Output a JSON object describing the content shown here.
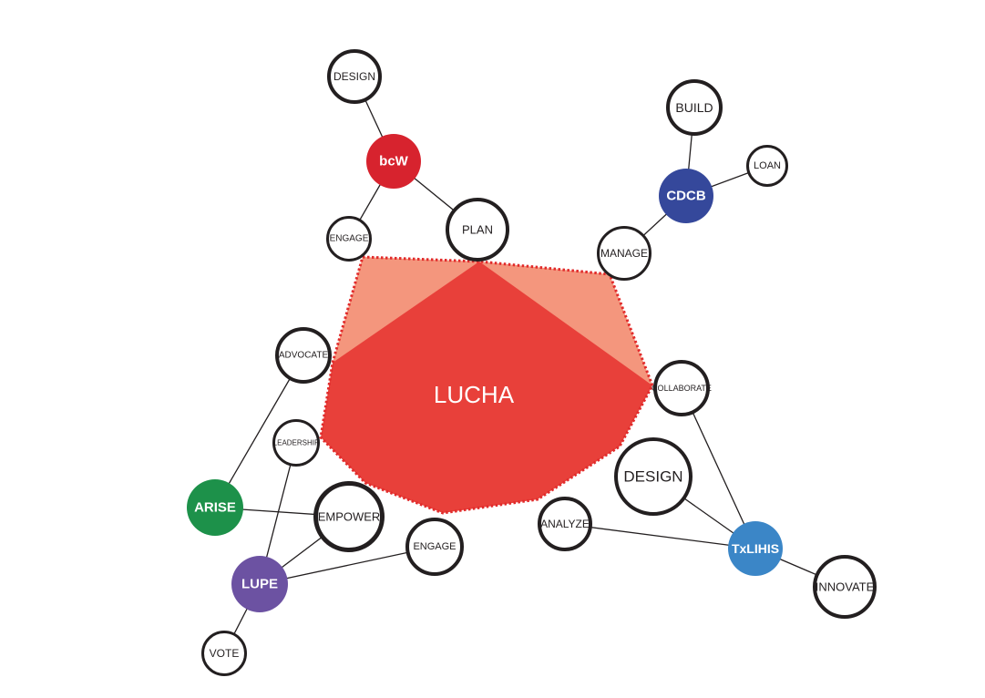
{
  "hub": {
    "label": "LUCHA",
    "fill_color": "#e8403a",
    "light_color": "#f4967d",
    "outline_color": "#e12b2b"
  },
  "organizations": [
    {
      "id": "bcw",
      "label": "bcW",
      "color": "#d7232e"
    },
    {
      "id": "cdcb",
      "label": "CDCB",
      "color": "#35489b"
    },
    {
      "id": "arise",
      "label": "ARISE",
      "color": "#1d914a"
    },
    {
      "id": "lupe",
      "label": "LUPE",
      "color": "#6c52a2"
    },
    {
      "id": "txlihis",
      "label": "TxLIHIS",
      "color": "#3b86c7"
    }
  ],
  "activities": [
    {
      "id": "design-top",
      "label": "DESIGN"
    },
    {
      "id": "engage-top",
      "label": "ENGAGE"
    },
    {
      "id": "plan",
      "label": "PLAN"
    },
    {
      "id": "build",
      "label": "BUILD"
    },
    {
      "id": "loan",
      "label": "LOAN"
    },
    {
      "id": "manage",
      "label": "MANAGE"
    },
    {
      "id": "advocate",
      "label": "ADVOCATE"
    },
    {
      "id": "leadership",
      "label": "LEADERSHIP"
    },
    {
      "id": "collaborate",
      "label": "COLLABORATE"
    },
    {
      "id": "design-right",
      "label": "DESIGN"
    },
    {
      "id": "empower",
      "label": "EMPOWER"
    },
    {
      "id": "engage-bottom",
      "label": "ENGAGE"
    },
    {
      "id": "analyze",
      "label": "ANALYZE"
    },
    {
      "id": "innovate",
      "label": "INNOVATE"
    },
    {
      "id": "vote",
      "label": "VOTE"
    }
  ],
  "connections": [
    [
      "design-top",
      "bcw"
    ],
    [
      "bcw",
      "engage-top"
    ],
    [
      "bcw",
      "plan"
    ],
    [
      "build",
      "cdcb"
    ],
    [
      "loan",
      "cdcb"
    ],
    [
      "cdcb",
      "manage"
    ],
    [
      "advocate",
      "arise"
    ],
    [
      "arise",
      "empower"
    ],
    [
      "leadership",
      "lupe"
    ],
    [
      "lupe",
      "empower"
    ],
    [
      "lupe",
      "engage-bottom"
    ],
    [
      "lupe",
      "vote"
    ],
    [
      "collaborate",
      "txlihis"
    ],
    [
      "design-right",
      "txlihis"
    ],
    [
      "analyze",
      "txlihis"
    ],
    [
      "txlihis",
      "innovate"
    ]
  ]
}
